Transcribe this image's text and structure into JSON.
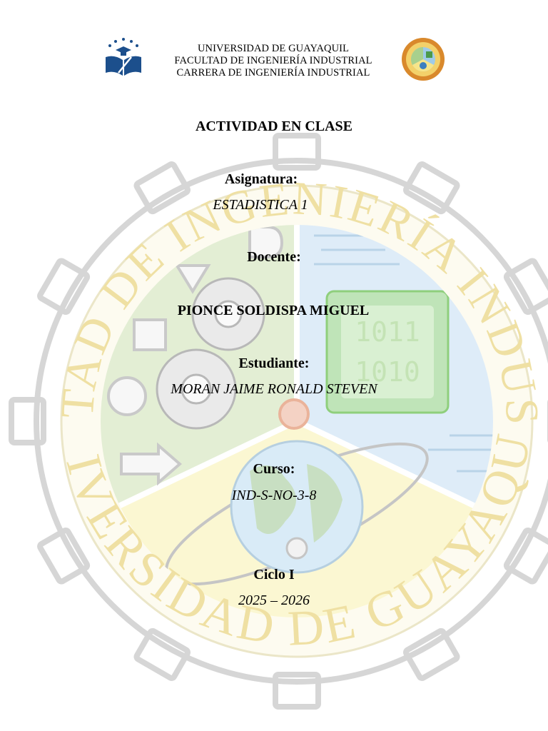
{
  "header": {
    "line1": "UNIVERSIDAD DE GUAYAQUIL",
    "line2": "FACULTAD DE INGENIERÍA INDUSTRIAL",
    "line3": "CARRERA DE INGENIERÍA INDUSTRIAL"
  },
  "watermark": {
    "arc_top": "FACULTAD DE INGENIERÍA INDUSTRIAL",
    "arc_bottom": "UNIVERSIDAD DE GUAYAQUIL",
    "display_top": "1011",
    "display_bottom": "1010"
  },
  "document": {
    "title": "ACTIVIDAD EN CLASE",
    "subject_label": "Asignatura:",
    "subject_value": "ESTADISTICA 1",
    "teacher_label": "Docente:",
    "teacher_value": "PIONCE SOLDISPA MIGUEL",
    "student_label": "Estudiante:",
    "student_value": "MORAN JAIME RONALD STEVEN",
    "course_label": "Curso:",
    "course_value": "IND-S-NO-3-8",
    "cycle_label": "Ciclo I",
    "cycle_value": "2025 – 2026"
  },
  "colors": {
    "watermark_green": "#e3eed4",
    "watermark_blue": "#deecf8",
    "watermark_yellow": "#fbf7d2",
    "watermark_text": "#f0e2a8",
    "gear_outline": "#cfcfcf",
    "logo_blue": "#1c4f8c",
    "seal_orange": "#d9892c"
  }
}
